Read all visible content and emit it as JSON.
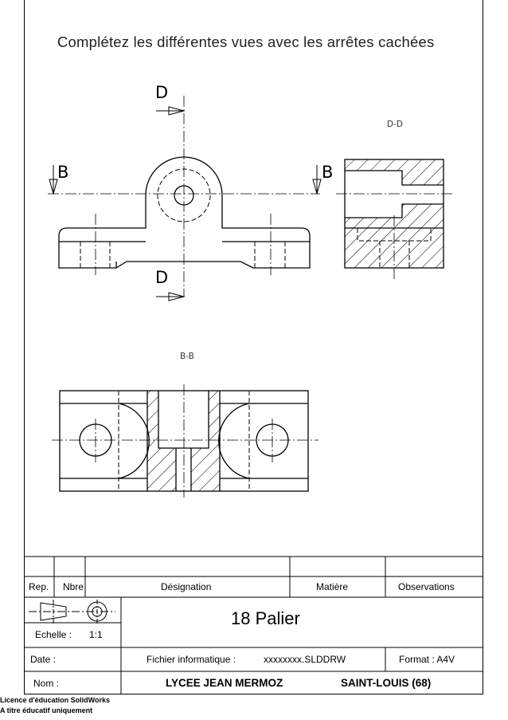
{
  "drawing": {
    "instruction": "Complétez les différentes vues avec les arrêtes cachées",
    "section_labels": {
      "d_top": "D",
      "d_bottom": "D",
      "b_left": "B",
      "b_right": "B",
      "view_dd": "D-D",
      "view_bb": "B-B"
    }
  },
  "title_block": {
    "header": {
      "rep": "Rep.",
      "nbre": "Nbre",
      "designation": "Désignation",
      "matiere": "Matière",
      "observations": "Observations"
    },
    "echelle_label": "Echelle :",
    "echelle_value": "1:1",
    "part_title": "18 Palier",
    "date_label": "Date :",
    "fichier_label": "Fichier informatique :",
    "fichier_value": "xxxxxxxx.SLDDRW",
    "format_label": "Format : A4V",
    "nom_label": "Nom :",
    "school": "LYCEE JEAN MERMOZ",
    "city": "SAINT-LOUIS (68)"
  },
  "license": {
    "line1": "Licence d'éducation SolidWorks",
    "line2": "A titre éducatif uniquement"
  }
}
